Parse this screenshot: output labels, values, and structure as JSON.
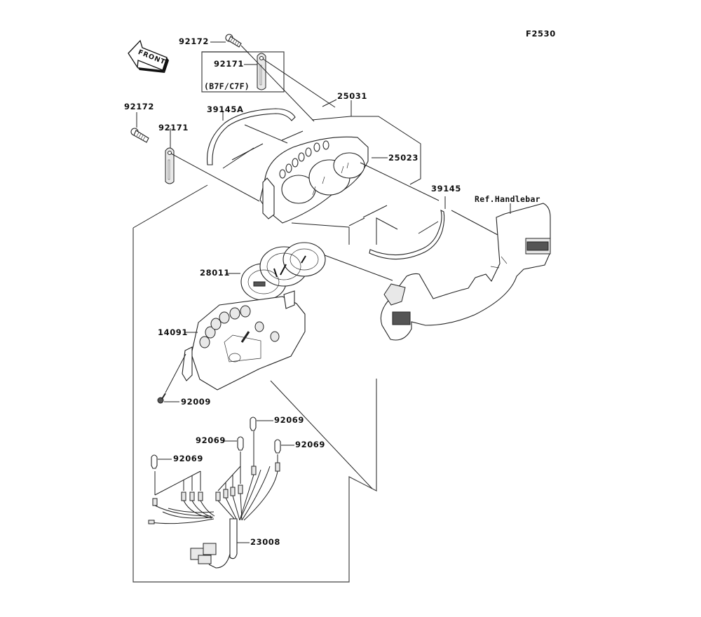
{
  "diagram": {
    "figure_code": "F2530",
    "direction_indicator": "FRONT",
    "variant_note": "(B7F/C7F)",
    "reference_note": "Ref.Handlebar"
  },
  "parts": {
    "bolt_top": "92172",
    "strap_boxed": "92171",
    "bolt_left": "92172",
    "strap_left": "92171",
    "grommet_a": "39145A",
    "meter_assembly": "25031",
    "meter_case": "25023",
    "grommet": "39145",
    "face_plate": "28011",
    "meter_housing": "14091",
    "screw": "92009",
    "bulb_top": "92069",
    "bulb_mid": "92069",
    "bulb_right": "92069",
    "bulb_left": "92069",
    "harness": "23008"
  }
}
